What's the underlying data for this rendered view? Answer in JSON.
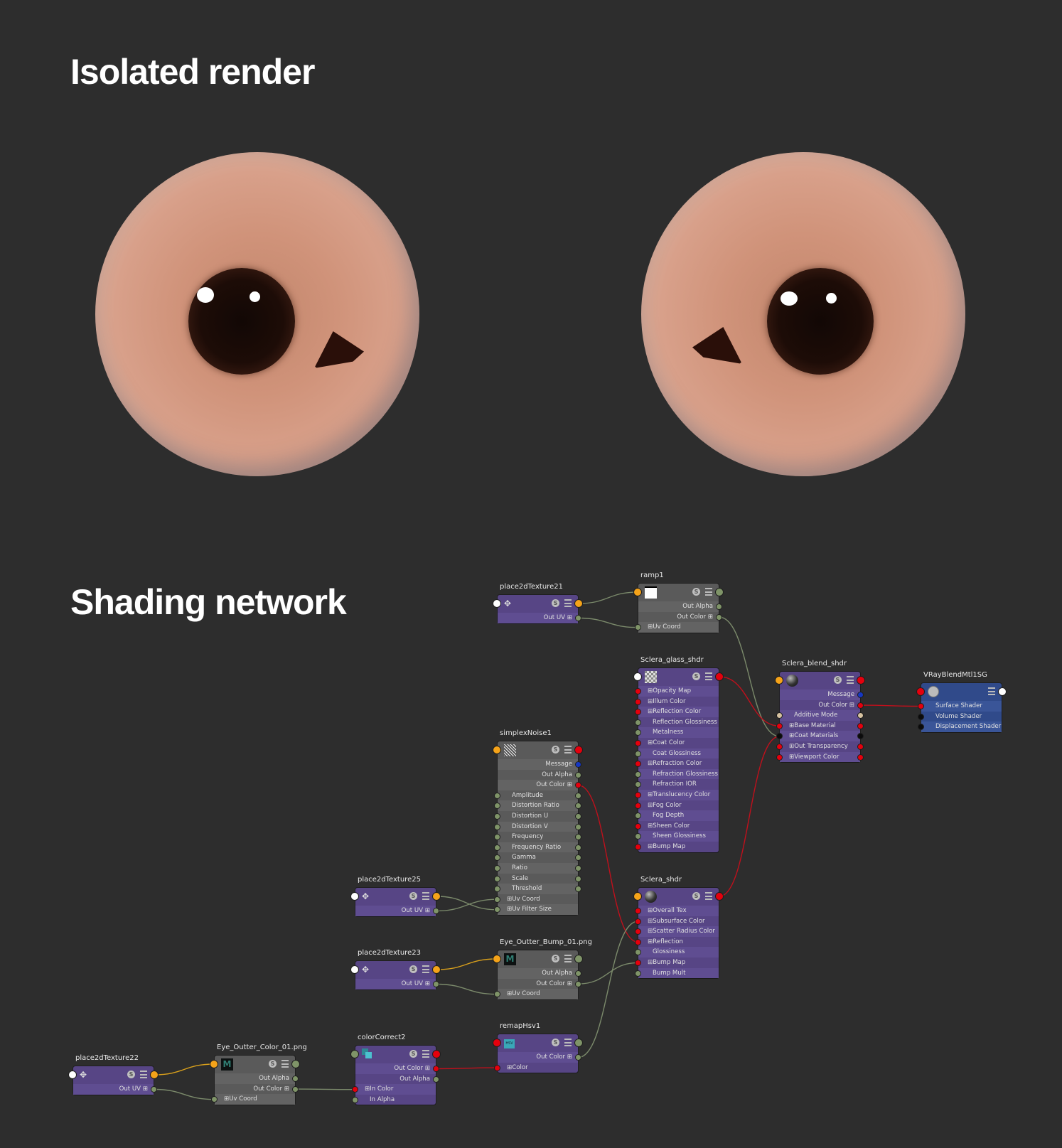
{
  "titles": {
    "isolated": "Isolated render",
    "network": "Shading network"
  },
  "port_colors": {
    "r": "#e5000d",
    "g": "#7f9468",
    "o": "#f5a319",
    "w": "#ffffff",
    "b": "#1537c4",
    "k": "#0b0b0b",
    "t": "#d6c2a0"
  },
  "edge_colors": {
    "gray": "#7b8a6b",
    "red": "#c0101c",
    "orange": "#d9a01c"
  },
  "nodes": [
    {
      "id": "p2d21",
      "title": "place2dTexture21",
      "kind": "purple",
      "icon": "place2d-icon",
      "in": "w",
      "out": "o",
      "rows": [
        {
          "label": "Out UV",
          "right": true,
          "plus": true,
          "out": "g"
        }
      ]
    },
    {
      "id": "ramp1",
      "title": "ramp1",
      "kind": "gray",
      "icon": "ramp-icon",
      "in": "o",
      "out": "g",
      "rows": [
        {
          "label": "Out Alpha",
          "right": true,
          "out": "g"
        },
        {
          "label": "Out Color",
          "right": true,
          "plus": true,
          "out": "g"
        },
        {
          "label": "Uv Coord",
          "plus": true,
          "in": "g"
        }
      ]
    },
    {
      "id": "glass",
      "title": "Sclera_glass_shdr",
      "kind": "purple",
      "icon": "checker-icon",
      "in": "w",
      "out": "r",
      "rows": [
        {
          "label": "Opacity Map",
          "plus": true,
          "in": "r"
        },
        {
          "label": "Illum Color",
          "plus": true,
          "in": "r"
        },
        {
          "label": "Reflection Color",
          "plus": true,
          "in": "r"
        },
        {
          "label": "Reflection Glossiness",
          "in": "g"
        },
        {
          "label": "Metalness",
          "in": "g"
        },
        {
          "label": "Coat Color",
          "plus": true,
          "in": "r"
        },
        {
          "label": "Coat Glossiness",
          "in": "g"
        },
        {
          "label": "Refraction Color",
          "plus": true,
          "in": "r"
        },
        {
          "label": "Refraction Glossiness",
          "in": "g"
        },
        {
          "label": "Refraction IOR",
          "in": "g"
        },
        {
          "label": "Translucency Color",
          "plus": true,
          "in": "r"
        },
        {
          "label": "Fog Color",
          "plus": true,
          "in": "r"
        },
        {
          "label": "Fog Depth",
          "in": "g"
        },
        {
          "label": "Sheen Color",
          "plus": true,
          "in": "r"
        },
        {
          "label": "Sheen Glossiness",
          "in": "g"
        },
        {
          "label": "Bump Map",
          "plus": true,
          "in": "r"
        }
      ]
    },
    {
      "id": "blend",
      "title": "Sclera_blend_shdr",
      "kind": "purple",
      "icon": "sphere-icon",
      "in": "o",
      "out": "r",
      "rows": [
        {
          "label": "Message",
          "right": true,
          "out": "b"
        },
        {
          "label": "Out Color",
          "right": true,
          "plus": true,
          "out": "r"
        },
        {
          "label": "Additive Mode",
          "in": "t",
          "out": "t"
        },
        {
          "label": "Base Material",
          "plus": true,
          "in": "r",
          "out": "r"
        },
        {
          "label": "Coat Materials",
          "plus": true,
          "in": "k",
          "out": "k"
        },
        {
          "label": "Out Transparency",
          "plus": true,
          "in": "r",
          "out": "r"
        },
        {
          "label": "Viewport Color",
          "plus": true,
          "in": "r",
          "out": "r"
        }
      ]
    },
    {
      "id": "sg",
      "title": "VRayBlendMtl1SG",
      "kind": "blue",
      "icon": "shading-group-icon",
      "in": "r",
      "out": "w",
      "noS": true,
      "rows": [
        {
          "label": "Surface Shader",
          "in": "r"
        },
        {
          "label": "Volume Shader",
          "in": "k"
        },
        {
          "label": "Displacement Shader",
          "in": "k"
        }
      ]
    },
    {
      "id": "noise",
      "title": "simplexNoise1",
      "kind": "gray",
      "icon": "noise-icon",
      "in": "o",
      "out": "r",
      "rows": [
        {
          "label": "Message",
          "right": true,
          "out": "b"
        },
        {
          "label": "Out Alpha",
          "right": true,
          "out": "g"
        },
        {
          "label": "Out Color",
          "right": true,
          "plus": true,
          "out": "r"
        },
        {
          "label": "Amplitude",
          "in": "g",
          "out": "g"
        },
        {
          "label": "Distortion Ratio",
          "in": "g",
          "out": "g"
        },
        {
          "label": "Distortion U",
          "in": "g",
          "out": "g"
        },
        {
          "label": "Distortion V",
          "in": "g",
          "out": "g"
        },
        {
          "label": "Frequency",
          "in": "g",
          "out": "g"
        },
        {
          "label": "Frequency Ratio",
          "in": "g",
          "out": "g"
        },
        {
          "label": "Gamma",
          "in": "g",
          "out": "g"
        },
        {
          "label": "Ratio",
          "in": "g",
          "out": "g"
        },
        {
          "label": "Scale",
          "in": "g",
          "out": "g"
        },
        {
          "label": "Threshold",
          "in": "g",
          "out": "g"
        },
        {
          "label": "Uv Coord",
          "plus": true,
          "in": "g"
        },
        {
          "label": "Uv Filter Size",
          "plus": true,
          "in": "g"
        }
      ]
    },
    {
      "id": "p2d25",
      "title": "place2dTexture25",
      "kind": "purple",
      "icon": "place2d-icon",
      "in": "w",
      "out": "o",
      "rows": [
        {
          "label": "Out UV",
          "right": true,
          "plus": true,
          "out": "g"
        }
      ]
    },
    {
      "id": "sclera",
      "title": "Sclera_shdr",
      "kind": "purple",
      "icon": "sphere-icon",
      "in": "o",
      "out": "r",
      "rows": [
        {
          "label": "Overall Tex",
          "plus": true,
          "in": "r"
        },
        {
          "label": "Subsurface Color",
          "plus": true,
          "in": "r"
        },
        {
          "label": "Scatter Radius Color",
          "plus": true,
          "in": "r"
        },
        {
          "label": "Reflection",
          "plus": true,
          "in": "r"
        },
        {
          "label": "Glossiness",
          "in": "g"
        },
        {
          "label": "Bump Map",
          "plus": true,
          "in": "r"
        },
        {
          "label": "Bump Mult",
          "in": "g"
        }
      ]
    },
    {
      "id": "p2d23",
      "title": "place2dTexture23",
      "kind": "purple",
      "icon": "place2d-icon",
      "in": "w",
      "out": "o",
      "rows": [
        {
          "label": "Out UV",
          "right": true,
          "plus": true,
          "out": "g"
        }
      ]
    },
    {
      "id": "bump",
      "title": "Eye_Outter_Bump_01.png",
      "kind": "gray",
      "icon": "file-texture-icon",
      "in": "o",
      "out": "g",
      "rows": [
        {
          "label": "Out Alpha",
          "right": true,
          "out": "g"
        },
        {
          "label": "Out Color",
          "right": true,
          "plus": true,
          "out": "g"
        },
        {
          "label": "Uv Coord",
          "plus": true,
          "in": "g"
        }
      ]
    },
    {
      "id": "hsv",
      "title": "remapHsv1",
      "kind": "purple",
      "icon": "hsv-icon",
      "in": "r",
      "out": "g",
      "rows": [
        {
          "label": "Out Color",
          "right": true,
          "plus": true,
          "out": "g"
        },
        {
          "label": "Color",
          "plus": true,
          "in": "r"
        }
      ]
    },
    {
      "id": "cc",
      "title": "colorCorrect2",
      "kind": "purple",
      "icon": "color-correct-icon",
      "in": "g",
      "out": "r",
      "rows": [
        {
          "label": "Out Color",
          "right": true,
          "plus": true,
          "out": "r"
        },
        {
          "label": "Out Alpha",
          "right": true,
          "out": "g"
        },
        {
          "label": "In Color",
          "plus": true,
          "in": "r"
        },
        {
          "label": "In Alpha",
          "in": "g"
        }
      ]
    },
    {
      "id": "color",
      "title": "Eye_Outter_Color_01.png",
      "kind": "gray",
      "icon": "file-texture-icon",
      "in": "o",
      "out": "g",
      "rows": [
        {
          "label": "Out Alpha",
          "right": true,
          "out": "g"
        },
        {
          "label": "Out Color",
          "right": true,
          "plus": true,
          "out": "g"
        },
        {
          "label": "Uv Coord",
          "plus": true,
          "in": "g"
        }
      ]
    },
    {
      "id": "p2d22",
      "title": "place2dTexture22",
      "kind": "purple",
      "icon": "place2d-icon",
      "in": "w",
      "out": "o",
      "rows": [
        {
          "label": "Out UV",
          "right": true,
          "plus": true,
          "out": "g"
        }
      ]
    }
  ],
  "edges": [
    {
      "from": "p2d21:h",
      "to": "ramp1:h",
      "color": "gray"
    },
    {
      "from": "p2d21:0",
      "to": "ramp1:2",
      "color": "gray"
    },
    {
      "from": "ramp1:1",
      "to": "blend:4",
      "color": "gray"
    },
    {
      "from": "glass:h",
      "to": "blend:3",
      "color": "red"
    },
    {
      "from": "sclera:h",
      "to": "blend:4",
      "color": "red"
    },
    {
      "from": "blend:1",
      "to": "sg:0",
      "color": "red"
    },
    {
      "from": "noise:2",
      "to": "sclera:3",
      "color": "red"
    },
    {
      "from": "p2d25:h",
      "to": "noise:14",
      "color": "gray"
    },
    {
      "from": "p2d25:0",
      "to": "noise:13",
      "color": "gray"
    },
    {
      "from": "p2d23:h",
      "to": "bump:h",
      "color": "orange"
    },
    {
      "from": "p2d23:0",
      "to": "bump:2",
      "color": "gray"
    },
    {
      "from": "bump:1",
      "to": "sclera:5",
      "color": "gray"
    },
    {
      "from": "hsv:0",
      "to": "sclera:1",
      "color": "gray"
    },
    {
      "from": "cc:0",
      "to": "hsv:1",
      "color": "red"
    },
    {
      "from": "color:1",
      "to": "cc:2",
      "color": "gray"
    },
    {
      "from": "p2d22:h",
      "to": "color:h",
      "color": "orange"
    },
    {
      "from": "p2d22:0",
      "to": "color:2",
      "color": "gray"
    }
  ]
}
